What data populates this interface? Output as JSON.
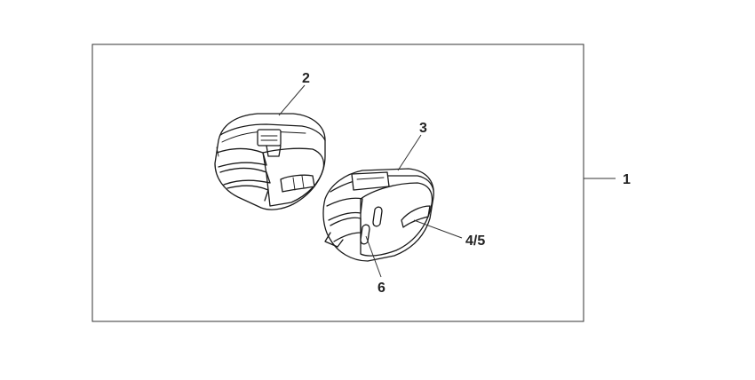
{
  "callouts": {
    "assembly": "1",
    "left_case": "2",
    "right_case": "3",
    "side_panel": "4/5",
    "reflector": "6"
  },
  "colors": {
    "ink": "#1a1a1a",
    "frame": "#333333",
    "background": "#ffffff"
  }
}
